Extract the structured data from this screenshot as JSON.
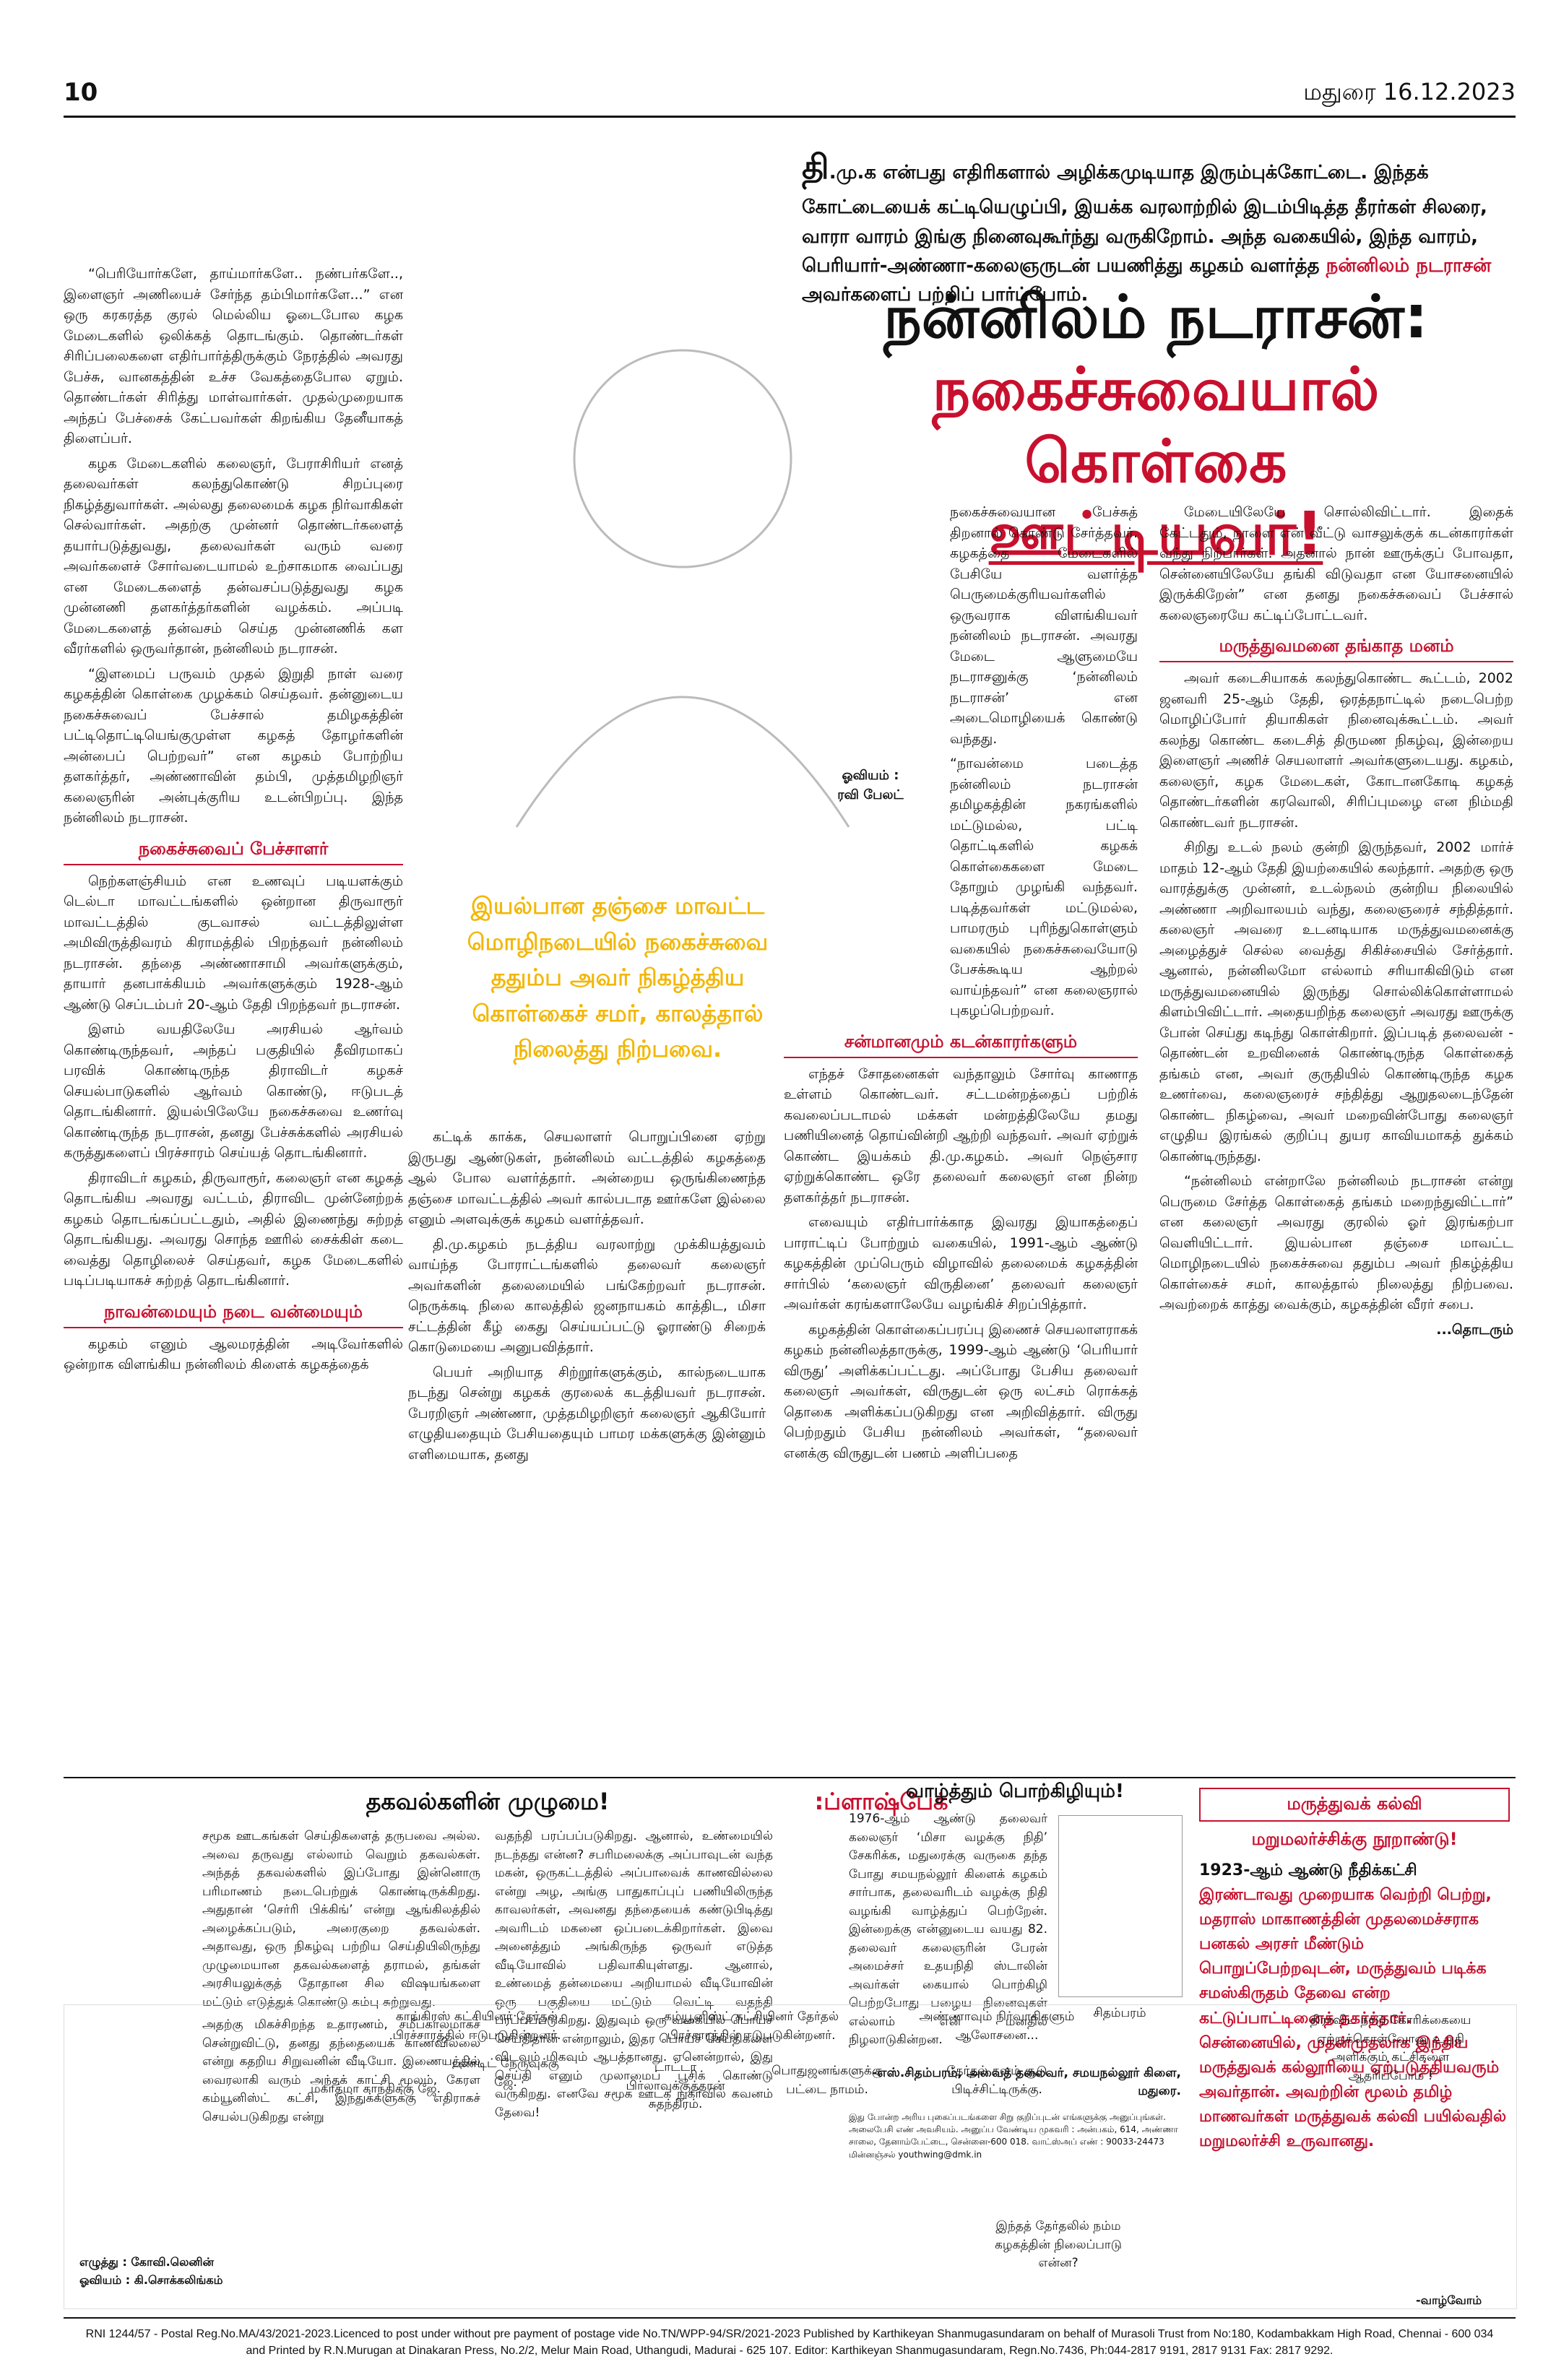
{
  "page": {
    "number": "10",
    "city_date": "மதுரை 16.12.2023"
  },
  "intro": {
    "dropcap": "தி",
    "text1": ".மு.க என்பது எதிரிகளால் அழிக்கமுடியாத இரும்புக்கோட்டை. இந்தக் கோட்டையைக் கட்டியெழுப்பி, இயக்க வரலாற்றில் இடம்பிடித்த தீரர்கள் சிலரை, வாரா வாரம் இங்கு நினைவுகூர்ந்து வருகிறோம். அந்த வகையில், இந்த வாரம், பெரியார்-அண்ணா-கலைஞருடன் பயணித்து கழகம் வளர்த்த ",
    "highlight": "நன்னிலம் நடராசன்",
    "text2": " அவர்களைப் பற்றிப் பார்ப்போம்."
  },
  "headline": {
    "line1": "நன்னிலம் நடராசன்:",
    "line2": "நகைச்சுவையால் கொள்கை",
    "line3": "ஊட்டியவர்!"
  },
  "col1": {
    "p1": "“பெரியோர்களே, தாய்மார்களே.. நண்பர்களே.., இளைஞர் அணியைச் சேர்ந்த தம்பிமார்களே...” என ஒரு கரகரத்த குரல் மெல்லிய ஓடைபோல கழக மேடைகளில் ஒலிக்கத் தொடங்கும். தொண்டர்கள் சிரிப்பலைகளை எதிர்பார்த்திருக்கும் நேரத்தில் அவரது பேச்சு, வானகத்தின் உச்ச வேகத்தைபோல ஏறும். தொண்டர்கள் சிரித்து மாள்வார்கள். முதல்முறையாக அந்தப் பேச்சைக் கேட்பவர்கள் கிறங்கிய தேனீயாகத் திளைப்பர்.",
    "p2": "கழக மேடைகளில் கலைஞர், பேராசிரியர் எனத் தலைவர்கள் கலந்துகொண்டு சிறப்புரை நிகழ்த்துவார்கள். அல்லது தலைமைக் கழக நிர்வாகிகள் செல்வார்கள். அதற்கு முன்னர் தொண்டர்களைத் தயார்படுத்துவது, தலைவர்கள் வரும் வரை அவர்களைச் சோர்வடையாமல் உற்சாகமாக வைப்பது என மேடைகளைத் தன்வசப்படுத்துவது கழக முன்னணி தளகர்த்தர்களின் வழக்கம். அப்படி மேடைகளைத் தன்வசம் செய்த முன்னணிக் கள வீரர்களில் ஒருவர்தான், நன்னிலம் நடராசன்.",
    "p3": "“இளமைப் பருவம் முதல் இறுதி நாள் வரை கழகத்தின் கொள்கை முழக்கம் செய்தவர். தன்னுடைய நகைச்சுவைப் பேச்சால் தமிழகத்தின் பட்டிதொட்டியெங்குமுள்ள கழகத் தோழர்களின் அன்பைப் பெற்றவர்” என கழகம் போற்றிய தளகர்த்தர், அண்ணாவின் தம்பி, முத்தமிழறிஞர் கலைஞரின் அன்புக்குரிய உடன்பிறப்பு. இந்த நன்னிலம் நடராசன்.",
    "sub1": "நகைச்சுவைப் பேச்சாளர்",
    "p4": "நெற்களஞ்சியம் என உணவுப் படியளக்கும் டெல்டா மாவட்டங்களில் ஒன்றான திருவாரூர் மாவட்டத்தில் குடவாசல் வட்டத்திலுள்ள அமிவிருத்திவரம் கிராமத்தில் பிறந்தவர் நன்னிலம் நடராசன். தந்தை அண்ணாசாமி அவர்களுக்கும், தாயார் தனபாக்கியம் அவர்களுக்கும் 1928-ஆம் ஆண்டு செப்டம்பர் 20-ஆம் தேதி பிறந்தவர் நடராசன்.",
    "p5": "இளம் வயதிலேயே அரசியல் ஆர்வம் கொண்டிருந்தவர், அந்தப் பகுதியில் தீவிரமாகப் பரவிக் கொண்டிருந்த திராவிடர் கழகச் செயல்பாடுகளில் ஆர்வம் கொண்டு, ஈடுபடத் தொடங்கினார். இயல்பிலேயே நகைச்சுவை உணர்வு கொண்டிருந்த நடராசன், தனது பேச்சுக்களில் அரசியல் கருத்துகளைப் பிரச்சாரம் செய்யத் தொடங்கினார்.",
    "p6": "திராவிடர் கழகம், திருவாரூர், கலைஞர் என கழகத் தொடங்கிய அவரது வட்டம், திராவிட முன்னேற்றக் கழகம் தொடங்கப்பட்டதும், அதில் இணைந்து சுற்றத் தொடங்கியது. அவரது சொந்த ஊரில் சைக்கிள் கடை வைத்து தொழிலைச் செய்தவர், கழக மேடைகளில் படிப்படியாகச் சுற்றத் தொடங்கினார்.",
    "sub2": "நாவன்மையும் நடை வன்மையும்",
    "p7": "கழகம் எனும் ஆலமரத்தின் அடிவேர்களில் ஒன்றாக விளங்கிய நன்னிலம் கிளைக் கழகத்தைக்"
  },
  "quote": {
    "text": "இயல்பான தஞ்சை மாவட்ட மொழிநடையில் நகைச்சுவை ததும்ப அவர் நிகழ்த்திய கொள்கைச் சமர், காலத்தால் நிலைத்து நிற்பவை."
  },
  "art": {
    "label": "ஓவியம் :",
    "name": "ரவி பேலட்"
  },
  "col2": {
    "p1": "கட்டிக் காக்க, செயலாளர் பொறுப்பினை ஏற்று இருபது ஆண்டுகள், நன்னிலம் வட்டத்தில் கழகத்தை ஆல் போல வளர்த்தார். அன்றைய ஒருங்கிணைந்த தஞ்சை மாவட்டத்தில் அவர் கால்படாத ஊர்களே இல்லை எனும் அளவுக்குக் கழகம் வளர்த்தவர்.",
    "p2": "தி.மு.கழகம் நடத்திய வரலாற்று முக்கியத்துவம் வாய்ந்த போராட்டங்களில் தலைவர் கலைஞர் அவர்களின் தலைமையில் பங்கேற்றவர் நடராசன். நெருக்கடி நிலை காலத்தில் ஜனநாயகம் காத்திட, மிசா சட்டத்தின் கீழ் கைது செய்யப்பட்டு ஓராண்டு சிறைக் கொடுமையை அனுபவித்தார்.",
    "p3": "பெயர் அறியாத சிற்றூர்களுக்கும், கால்நடையாக நடந்து சென்று கழகக் குரலைக் கடத்தியவர் நடராசன். பேரறிஞர் அண்ணா, முத்தமிழறிஞர் கலைஞர் ஆகியோர் எழுதியதையும் பேசியதையும் பாமர மக்களுக்கு இன்னும் எளிமையாக, தனது"
  },
  "col3": {
    "p1": "நகைச்சுவையான பேச்சுத் திறனால் கொண்டு சேர்த்தவர். கழகத்தை மேடைகளில் பேசியே வளர்த்த பெருமைக்குரியவர்களில் ஒருவராக விளங்கியவர் நன்னிலம் நடராசன். அவரது மேடை ஆளுமையே நடராசனுக்கு ‘நன்னிலம் நடராசன்’ என அடைமொழியைக் கொண்டு வந்தது.",
    "p2": "“நாவன்மை படைத்த நன்னிலம் நடராசன் தமிழகத்தின் நகரங்களில் மட்டுமல்ல, பட்டி தொட்டிகளில் கழகக் கொள்கைகளை மேடை தோறும் முழங்கி வந்தவர். படித்தவர்கள் மட்டுமல்ல, பாமரரும் புரிந்துகொள்ளும் வகையில் நகைச்சுவையோடு பேசக்கூடிய ஆற்றல் வாய்ந்தவர்” என கலைஞரால் புகழப்பெற்றவர்.",
    "sub1": "சன்மானமும் கடன்காரர்களும்",
    "p3": "எந்தச் சோதனைகள் வந்தாலும் சோர்வு காணாத உள்ளம் கொண்டவர். சட்டமன்றத்தைப் பற்றிக் கவலைப்படாமல் மக்கள் மன்றத்திலேயே தமது பணியினைத் தொய்வின்றி ஆற்றி வந்தவர். அவர் ஏற்றுக் கொண்ட இயக்கம் தி.மு.கழகம். அவர் நெஞ்சார ஏற்றுக்கொண்ட ஒரே தலைவர் கலைஞர் என நின்ற தளகர்த்தர் நடராசன்.",
    "p4": "எவையும் எதிர்பார்க்காத இவரது இயாகத்தைப் பாராட்டிப் போற்றும் வகையில், 1991-ஆம் ஆண்டு கழகத்தின் முப்பெரும் விழாவில் தலைமைக் கழகத்தின் சார்பில் ‘கலைஞர் விருதினை’ தலைவர் கலைஞர் அவர்கள் கரங்களாலேயே வழங்கிச் சிறப்பித்தார்.",
    "p5": "கழகத்தின் கொள்கைப்பரப்பு இணைச் செயலாளராகக் கழகம் நன்னிலத்தாருக்கு, 1999-ஆம் ஆண்டு ‘பெரியார் விருது’ அளிக்கப்பட்டது. அப்போது பேசிய தலைவர் கலைஞர் அவர்கள், விருதுடன் ஒரு லட்சம் ரொக்கத் தொகை அளிக்கப்படுகிறது என அறிவித்தார். விருது பெற்றதும் பேசிய நன்னிலம் அவர்கள், “தலைவர் எனக்கு விருதுடன் பணம் அளிப்பதை"
  },
  "col4": {
    "p1": "மேடையிலேயே சொல்லிவிட்டார். இதைக் கேட்டதும், நாளை என் வீட்டு வாசலுக்குக் கடன்காரர்கள் வந்து நிற்பார்கள். அதனால் நான் ஊருக்குப் போவதா, சென்னையிலேயே தங்கி விடுவதா என யோசனையில் இருக்கிறேன்” என தனது நகைச்சுவைப் பேச்சால் கலைஞரையே கட்டிப்போட்டவர்.",
    "sub1": "மருத்துவமனை தங்காத மனம்",
    "p2": "அவர் கடைசியாகக் கலந்துகொண்ட கூட்டம், 2002 ஜனவரி 25-ஆம் தேதி, ஒரத்தநாட்டில் நடைபெற்ற மொழிப்போர் தியாகிகள் நினைவுக்கூட்டம். அவர் கலந்து கொண்ட கடைசித் திருமண நிகழ்வு, இன்றைய இளைஞர் அணிச் செயலாளர் அவர்களுடையது. கழகம், கலைஞர், கழக மேடைகள், கோடானகோடி கழகத் தொண்டர்களின் கரவொலி, சிரிப்புமழை என நிம்மதி கொண்டவர் நடராசன்.",
    "p3": "சிறிது உடல் நலம் குன்றி இருந்தவர், 2002 மார்ச் மாதம் 12-ஆம் தேதி இயற்கையில் கலந்தார். அதற்கு ஒரு வாரத்துக்கு முன்னர், உடல்நலம் குன்றிய நிலையில் அண்ணா அறிவாலயம் வந்து, கலைஞரைச் சந்தித்தார். கலைஞர் அவரை உடனடியாக மருத்துவமனைக்கு அழைத்துச் செல்ல வைத்து சிகிச்சையில் சேர்த்தார். ஆனால், நன்னிலமோ எல்லாம் சரியாகிவிடும் என மருத்துவமனையில் இருந்து சொல்லிக்கொள்ளாமல் கிளம்பிவிட்டார். அதையறிந்த கலைஞர் அவரது ஊருக்கு போன் செய்து கடிந்து கொள்கிறார். இப்படித் தலைவன் - தொண்டன் உறவினைக் கொண்டிருந்த கொள்கைத் தங்கம் என, அவர் குருதியில் கொண்டிருந்த கழக உணர்வை, கலைஞரைச் சந்தித்து ஆறுதலடைந்தேன் கொண்ட நிகழ்வை, அவர் மறைவின்போது கலைஞர் எழுதிய இரங்கல் குறிப்பு துயர காவியமாகத் துக்கம் கொண்டிருந்தது.",
    "p4": "“நன்னிலம் என்றாலே நன்னிலம் நடராசன் என்று பெருமை சேர்த்த கொள்கைத் தங்கம் மறைந்துவிட்டார்” என கலைஞர் அவரது குரலில் ஓர் இரங்கற்பா வெளியிட்டார். இயல்பான தஞ்சை மாவட்ட மொழிநடையில் நகைச்சுவை ததும்ப அவர் நிகழ்த்திய கொள்கைச் சமர், காலத்தால் நிலைத்து நிற்பவை. அவற்றைக் காத்து வைக்கும், கழகத்தின் வீரர் சபை.",
    "end": "...தொடரும்"
  },
  "info": {
    "title": "தகவல்களின் முழுமை!",
    "p1": "சமூக ஊடகங்கள் செய்திகளைத் தருபவை அல்ல. அவை தருவது எல்லாம் வெறும் தகவல்கள். அந்தத் தகவல்களில் இப்போது இன்னொரு பரிமாணம் நடைபெற்றுக் கொண்டிருக்கிறது. அதுதான் ‘செர்ரி பிக்கிங்’ என்று ஆங்கிலத்தில் அழைக்கப்படும், அரைகுறை தகவல்கள். அதாவது, ஒரு நிகழ்வு பற்றிய செய்தியிலிருந்து முழுமையான தகவல்களைத் தராமல், தங்கள் அரசியலுக்குத் தோதான சில விஷயங்களை மட்டும் எடுத்துக் கொண்டு கம்பு சுற்றுவது.",
    "p2": "அதற்கு மிகச்சிறந்த உதாரணம், சமீபகாலமாகச் சென்றுவிட்டு, தனது தந்தையைக் காணவில்லை என்று கதறிய சிறுவனின் வீடியோ. இணையத்தில் வைரலாகி வரும் அந்தக் காட்சி மூலம், கேரள கம்யூனிஸ்ட் கட்சி, இந்துக்களுக்கு எதிராகச் செயல்படுகிறது என்று",
    "p3": "வதந்தி பரப்பப்படுகிறது. ஆனால், உண்மையில் நடந்தது என்ன? சபரிமலைக்கு அப்பாவுடன் வந்த மகன், ஒருகட்டத்தில் அப்பாவைக் காணவில்லை என்று அழ, அங்கு பாதுகாப்புப் பணியிலிருந்த காவலர்கள், அவனது தந்தையைக் கண்டுபிடித்து அவரிடம் மகனை ஒப்படைக்கிறார்கள். இவை அனைத்தும் அங்கிருந்த ஒருவர் எடுத்த வீடியோவில் பதிவாகியுள்ளது. ஆனால், உண்மைத் தன்மையை அறியாமல் வீடியோவின் ஒரு பகுதியை மட்டும் வெட்டி வதந்தி பரப்பப்படுகிறது. இதுவும் ஒரு வகையில் பொய்ச் செய்திதான் என்றாலும், இதர பொய்ச் செய்திகளை விடவும் மிகவும் ஆபத்தானது. ஏனென்றால், இது செய்தி எனும் முலாமைப் பூசிக் கொண்டு வருகிறது. எனவே சமூக ஊடக நுகர்வில் கவனம் தேவை!"
  },
  "flashback": {
    "title": ":ப்ளாஷ்பேக்"
  },
  "greet": {
    "title": "வாழ்த்தும் பொற்கிழியும்!",
    "text": "1976-ஆம் ஆண்டு தலைவர் கலைஞர் ‘மிசா வழக்கு நிதி’ சேகரிக்க, மதுரைக்கு வருகை தந்த போது சமயநல்லூர் கிளைக் கழகம் சார்பாக, தலைவரிடம் வழக்கு நிதி வழங்கி வாழ்த்துப் பெற்றேன். இன்றைக்கு என்னுடைய வயது 82. தலைவர் கலைஞரின் பேரன் அமைச்சர் உதயநிதி ஸ்டாலின் அவர்கள் கையால் பொற்கிழி பெற்றபோது பழைய நினைவுகள் எல்லாம் என் மனதில் நிழலாடுகின்றன.",
    "photo": "சிதம்பரம்",
    "sign": "-எஸ்.சிதம்பரம், அவைத் தலைவர், சமயநல்லூர் கிளை, மதுரை.",
    "note": "இது போன்ற அரிய புகைப்படங்களை சிறு குறிப்புடன் எங்களுக்கு அனுப்புங்கள். அலைபேசி எண் அவசியம். அனுப்ப வேண்டிய முகவரி : அன்பகம், 614, அண்ணா சாலை, தேனாம்பேட்டை, சென்னை-600 018. வாட்ஸ்அப் எண் : 90033-24473 மின்னஞ்சல் youthwing@dmk.in"
  },
  "med": {
    "tag": "மருத்துவக் கல்வி",
    "title": "மறுமலர்ச்சிக்கு நூறாண்டு!",
    "body_bold": "1923-ஆம் ஆண்டு நீதிக்கட்சி",
    "body": " இரண்டாவது முறையாக வெற்றி பெற்று, மதராஸ் மாகாணத்தின் முதலமைச்சராக பனகல் அரசர் மீண்டும் பொறுப்பேற்றவுடன், மருத்துவம் படிக்க சமஸ்கிருதம் தேவை என்ற கட்டுப்பாட்டினைத் தகர்த்தார். சென்னையில், முதன்முதலாக இந்திய மருத்துவக் கல்லூரியை ஏற்படுத்தியவரும் அவர்தான். அவற்றின் மூலம் தமிழ் மாணவர்கள் மருத்துவக் கல்வி பயில்வதில் மறுமலர்ச்சி உருவானது."
  },
  "cartoon": {
    "c1": "காங்கிரஸ் கட்சியினர் தேர்தல் பிரச்சாரத்தில் ஈடுபடுகின்றனர்.",
    "c2": "கம்யூனிஸ்ட் கட்சியினர் தேர்தல் பிரச்சாரத்தில் ஈடுபடுகின்றனர்.",
    "c3": "அண்ணாவும் நிர்வாகிகளும் ஆலோசனை...",
    "c4": "திராவிட நாடு கோரிக்கையை ஏற்றுக்கொள்வோனு உறுதி அளிக்கும் கட்சிகளை ஆதரிப்போம் !",
    "c5": "மகாத்மா காந்திக்கு ஜே.",
    "c6": "பண்டிட் நேருவுக்கு ஜே.",
    "c7": "டாட்டா பிர்லாவுக்குத்தான் சுதந்திரம்.",
    "c8": "பொதுஜனங்களுக்கு பட்டை நாமம்.",
    "c9": "தேர்தல் களம் சூடு பிடிச்சிட்டிருக்கு.",
    "c10": "இந்தத் தேர்தலில் நம்ம கழகத்தின் நிலைப்பாடு என்ன?",
    "credit1": "எழுத்து : கோவி.லெனின்",
    "credit2": "ஓவியம் : கி.சொக்கலிங்கம்",
    "end": "-வாழ்வோம்"
  },
  "footer": {
    "line1": "RNI 1244/57 - Postal Reg.No.MA/43/2021-2023.Licenced to post under without pre payment of postage vide No.TN/WPP-94/SR/2021-2023 Published by Karthikeyan Shanmugasundaram on behalf of Murasoli Trust from No:180, Kodambakkam High Road, Chennai - 600 034",
    "line2": "and Printed by R.N.Murugan at Dinakaran Press, No.2/2, Melur Main Road, Uthangudi, Madurai - 625 107. Editor: Karthikeyan Shanmugasundaram, Regn.No.7436, Ph:044-2817 9191, 2817 9131 Fax: 2817 9292."
  },
  "colors": {
    "accent_red": "#c8102e",
    "quote_yellow": "#f2b705"
  }
}
